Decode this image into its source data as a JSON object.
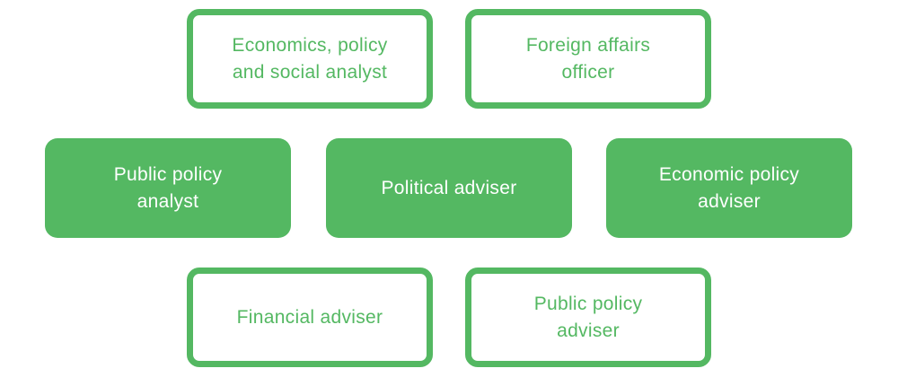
{
  "colors": {
    "accent": "#54b862",
    "background": "#ffffff",
    "filled_text": "#ffffff"
  },
  "diagram": {
    "rows": [
      {
        "style": "outline",
        "boxes": [
          {
            "lines": [
              "Economics, policy",
              "and social analyst"
            ]
          },
          {
            "lines": [
              "Foreign affairs",
              "officer"
            ]
          }
        ]
      },
      {
        "style": "filled",
        "boxes": [
          {
            "lines": [
              "Public policy",
              "analyst"
            ]
          },
          {
            "lines": [
              "Political adviser"
            ]
          },
          {
            "lines": [
              "Economic policy",
              "adviser"
            ]
          }
        ]
      },
      {
        "style": "outline",
        "boxes": [
          {
            "lines": [
              "Financial adviser"
            ]
          },
          {
            "lines": [
              "Public policy",
              "adviser"
            ]
          }
        ]
      }
    ]
  }
}
